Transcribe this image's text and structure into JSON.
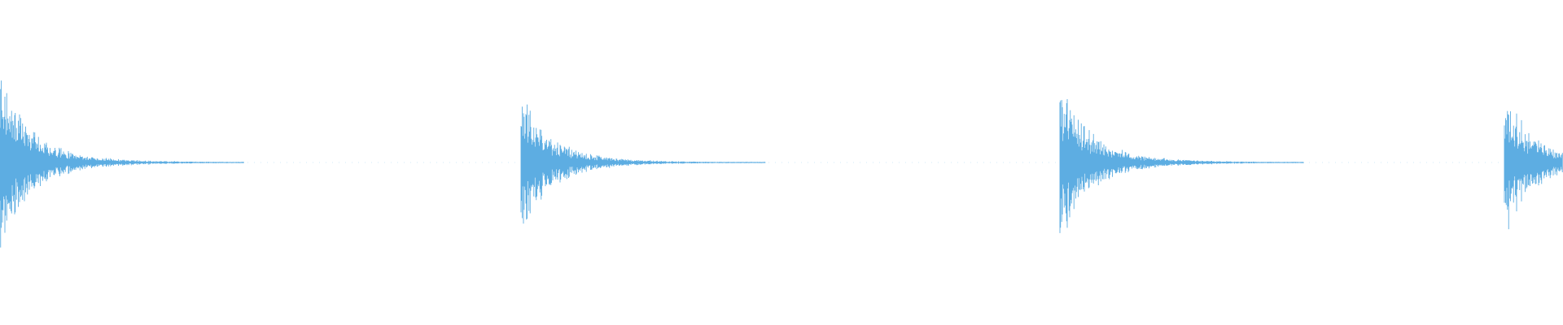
{
  "app": {
    "background_color": "#ffffff"
  },
  "waveform": {
    "color": "#5dade2",
    "hits": [
      {
        "peak_amplitude": 0.95,
        "decay": "long"
      },
      {
        "peak_amplitude": 0.72,
        "decay": "long"
      },
      {
        "peak_amplitude": 0.86,
        "decay": "long"
      },
      {
        "peak_amplitude": 0.73,
        "decay": "cut-off"
      }
    ]
  }
}
